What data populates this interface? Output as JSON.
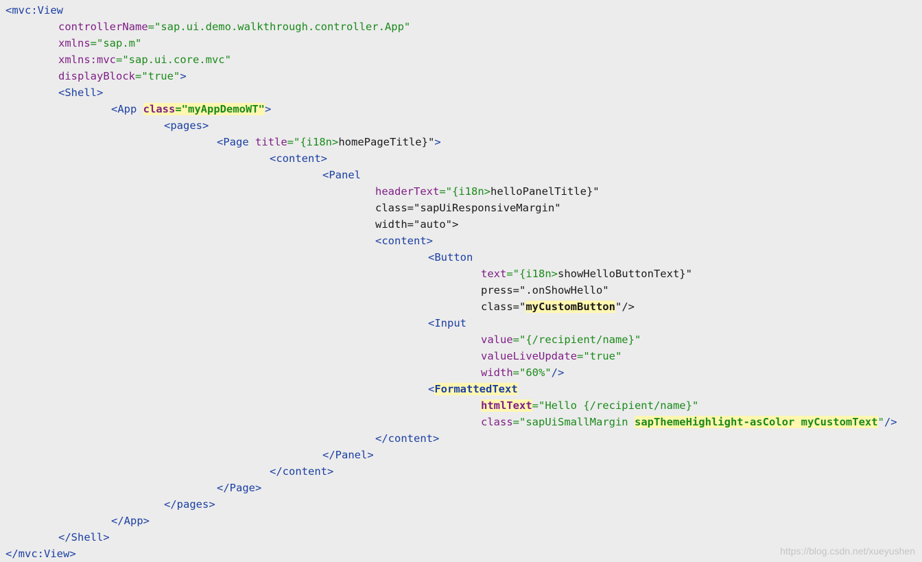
{
  "editor": {
    "language": "xml",
    "background_color": "#ececec",
    "colors": {
      "tag": "#1b3fa3",
      "attr": "#7f1f86",
      "val": "#1b8a1b",
      "plain": "#1a1a1a",
      "highlight": "#fff7b0"
    },
    "lines": [
      {
        "indent": 0,
        "tokens": [
          {
            "t": "<mvc:View",
            "c": "tag"
          }
        ]
      },
      {
        "indent": 1,
        "tokens": [
          {
            "t": "controllerName",
            "c": "attr"
          },
          {
            "t": "=\"sap.ui.demo.walkthrough.controller.App\"",
            "c": "val"
          }
        ]
      },
      {
        "indent": 1,
        "tokens": [
          {
            "t": "xmlns",
            "c": "attr"
          },
          {
            "t": "=\"sap.m\"",
            "c": "val"
          }
        ]
      },
      {
        "indent": 1,
        "tokens": [
          {
            "t": "xmlns:mvc",
            "c": "attr"
          },
          {
            "t": "=\"sap.ui.core.mvc\"",
            "c": "val"
          }
        ]
      },
      {
        "indent": 1,
        "tokens": [
          {
            "t": "displayBlock",
            "c": "attr"
          },
          {
            "t": "=\"true\"",
            "c": "val"
          },
          {
            "t": ">",
            "c": "tag"
          }
        ]
      },
      {
        "indent": 1,
        "tokens": [
          {
            "t": "<Shell>",
            "c": "tag"
          }
        ]
      },
      {
        "indent": 2,
        "tokens": [
          {
            "t": "<App ",
            "c": "tag"
          },
          {
            "t": "class",
            "c": "attr",
            "hl": true
          },
          {
            "t": "=\"",
            "c": "val",
            "hl": true
          },
          {
            "t": "myAppDemoWT",
            "c": "val",
            "hl": true
          },
          {
            "t": "\"",
            "c": "val",
            "hl": true
          },
          {
            "t": ">",
            "c": "tag"
          }
        ]
      },
      {
        "indent": 3,
        "tokens": [
          {
            "t": "<pages>",
            "c": "tag"
          }
        ]
      },
      {
        "indent": 4,
        "tokens": [
          {
            "t": "<Page ",
            "c": "tag"
          },
          {
            "t": "title",
            "c": "attr"
          },
          {
            "t": "=\"{i18n>",
            "c": "val"
          },
          {
            "t": "homePageTitle}\"",
            "c": "plain"
          },
          {
            "t": ">",
            "c": "tag"
          }
        ]
      },
      {
        "indent": 5,
        "tokens": [
          {
            "t": "<content>",
            "c": "tag"
          }
        ]
      },
      {
        "indent": 6,
        "tokens": [
          {
            "t": "<Panel",
            "c": "tag"
          }
        ]
      },
      {
        "indent": 7,
        "tokens": [
          {
            "t": "headerText",
            "c": "attr"
          },
          {
            "t": "=\"{i18n>",
            "c": "val"
          },
          {
            "t": "helloPanelTitle}\"",
            "c": "plain"
          }
        ]
      },
      {
        "indent": 7,
        "tokens": [
          {
            "t": "class=\"sapUiResponsiveMargin\"",
            "c": "plain"
          }
        ]
      },
      {
        "indent": 7,
        "tokens": [
          {
            "t": "width=\"auto\">",
            "c": "plain"
          }
        ]
      },
      {
        "indent": 7,
        "tokens": [
          {
            "t": "<content>",
            "c": "tag"
          }
        ]
      },
      {
        "indent": 8,
        "tokens": [
          {
            "t": "<Button",
            "c": "tag"
          }
        ]
      },
      {
        "indent": 9,
        "tokens": [
          {
            "t": "text",
            "c": "attr"
          },
          {
            "t": "=\"{i18n>",
            "c": "val"
          },
          {
            "t": "showHelloButtonText}\"",
            "c": "plain"
          }
        ]
      },
      {
        "indent": 9,
        "tokens": [
          {
            "t": "press=\".onShowHello\"",
            "c": "plain"
          }
        ]
      },
      {
        "indent": 9,
        "tokens": [
          {
            "t": "class=\"",
            "c": "plain"
          },
          {
            "t": "myCustomButton",
            "c": "plain",
            "hl": true
          },
          {
            "t": "\"/>",
            "c": "plain"
          }
        ]
      },
      {
        "indent": 8,
        "tokens": [
          {
            "t": "<Input",
            "c": "tag"
          }
        ]
      },
      {
        "indent": 9,
        "tokens": [
          {
            "t": "value",
            "c": "attr"
          },
          {
            "t": "=\"{/recipient/name}\"",
            "c": "val"
          }
        ]
      },
      {
        "indent": 9,
        "tokens": [
          {
            "t": "valueLiveUpdate",
            "c": "attr"
          },
          {
            "t": "=\"true\"",
            "c": "val"
          }
        ]
      },
      {
        "indent": 9,
        "tokens": [
          {
            "t": "width",
            "c": "attr"
          },
          {
            "t": "=\"60%\"",
            "c": "val"
          },
          {
            "t": "/>",
            "c": "tag"
          }
        ]
      },
      {
        "indent": 8,
        "tokens": [
          {
            "t": "<",
            "c": "tag"
          },
          {
            "t": "FormattedText",
            "c": "tag",
            "hl": true
          }
        ]
      },
      {
        "indent": 9,
        "tokens": [
          {
            "t": "htmlText",
            "c": "attr",
            "hl": true
          },
          {
            "t": "=\"Hello {/recipient/name}\"",
            "c": "val"
          }
        ]
      },
      {
        "indent": 9,
        "tokens": [
          {
            "t": "class",
            "c": "attr"
          },
          {
            "t": "=\"sapUiSmallMargin ",
            "c": "val"
          },
          {
            "t": "sapThemeHighlight-asColor myCustomText",
            "c": "val",
            "hl": true
          },
          {
            "t": "\"",
            "c": "val"
          },
          {
            "t": "/>",
            "c": "tag"
          }
        ]
      },
      {
        "indent": 7,
        "tokens": [
          {
            "t": "</content>",
            "c": "tag"
          }
        ]
      },
      {
        "indent": 6,
        "tokens": [
          {
            "t": "</Panel>",
            "c": "tag"
          }
        ]
      },
      {
        "indent": 5,
        "tokens": [
          {
            "t": "</content>",
            "c": "tag"
          }
        ]
      },
      {
        "indent": 4,
        "tokens": [
          {
            "t": "</Page>",
            "c": "tag"
          }
        ]
      },
      {
        "indent": 3,
        "tokens": [
          {
            "t": "</pages>",
            "c": "tag"
          }
        ]
      },
      {
        "indent": 2,
        "tokens": [
          {
            "t": "</App>",
            "c": "tag"
          }
        ]
      },
      {
        "indent": 1,
        "tokens": [
          {
            "t": "</Shell>",
            "c": "tag"
          }
        ]
      },
      {
        "indent": 0,
        "tokens": [
          {
            "t": "</mvc:View>",
            "c": "tag"
          }
        ]
      }
    ]
  },
  "watermark": "https://blog.csdn.net/xueyushen"
}
